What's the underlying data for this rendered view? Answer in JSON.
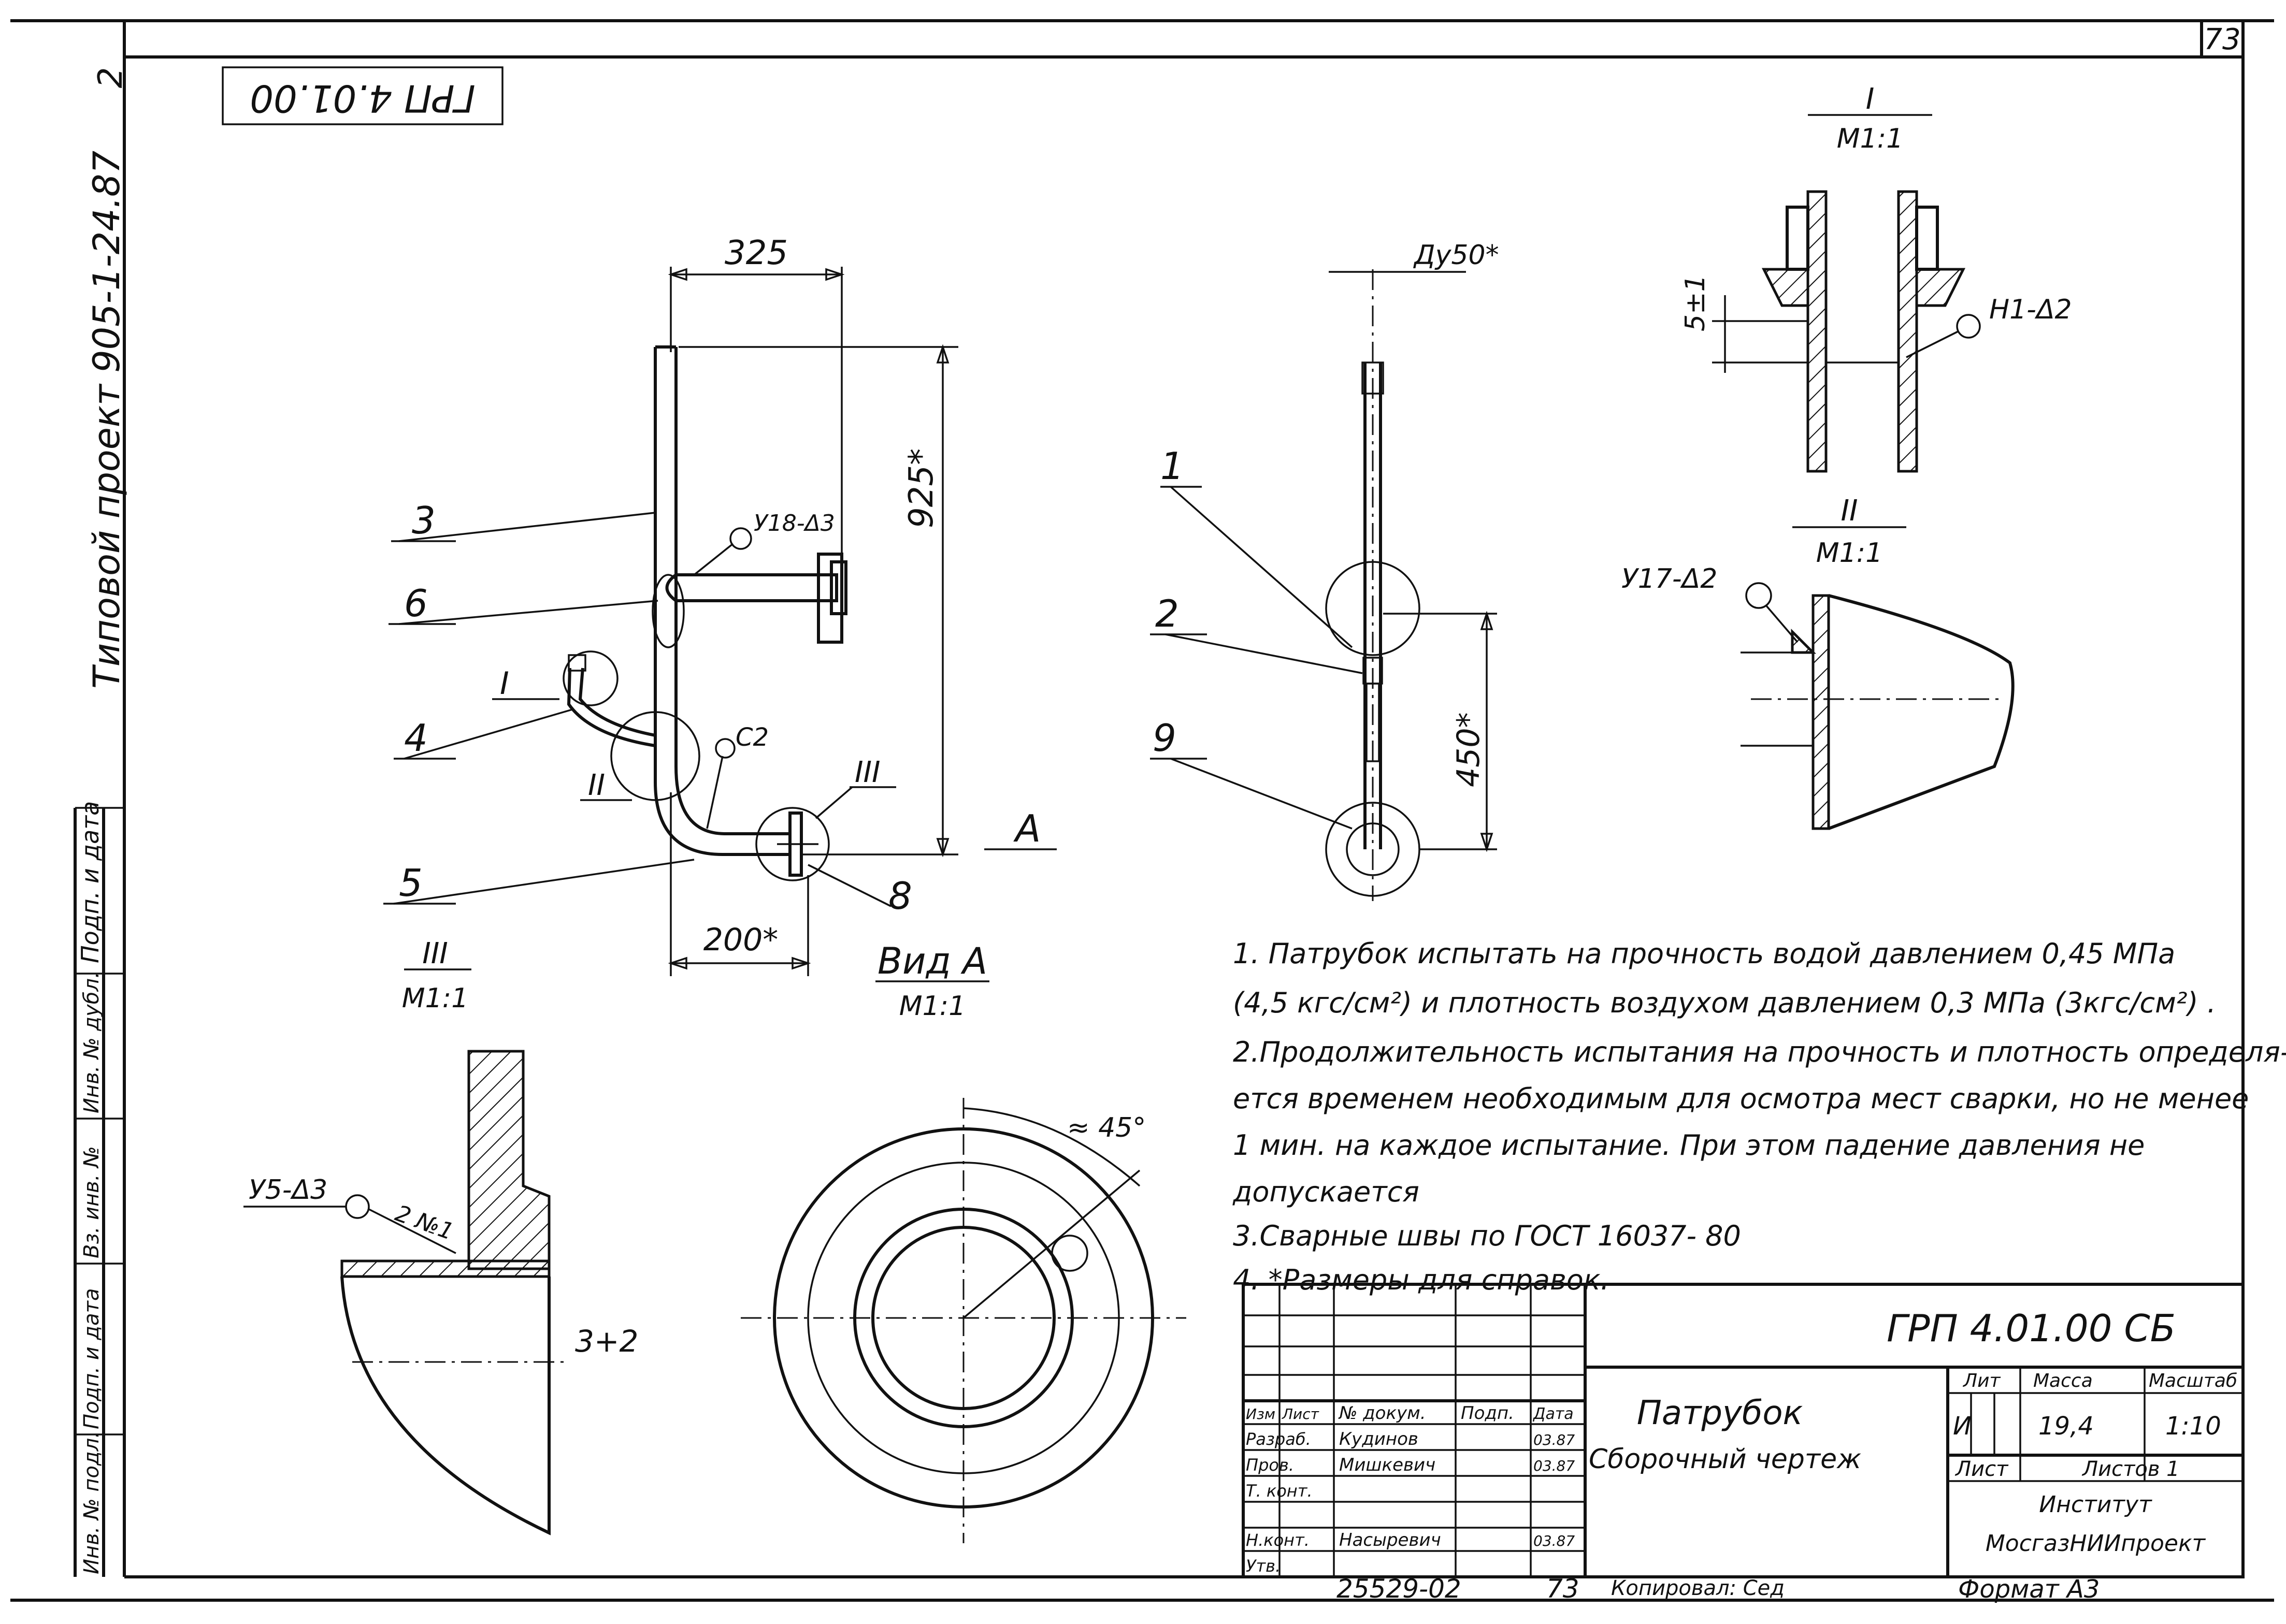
{
  "sheet": {
    "page_number": "73",
    "top_stamp_left": "2",
    "top_stamp_code": "ГРП 4.01.00"
  },
  "side_strip": {
    "project_label": "Типовой проект 905-1-24.87",
    "field_sign_date": "Подп. и дата",
    "field_inv_dupl": "Инв. № дубл.",
    "field_vzam_inv": "Вз. инв. №",
    "field_sign_date_2": "Подп. и дата",
    "field_inv_orig": "Инв. № подл."
  },
  "main_view": {
    "dim_top": "325",
    "dim_height": "925*",
    "dim_bottom": "200*",
    "pos_3": "3",
    "pos_6": "6",
    "pos_4": "4",
    "pos_5": "5",
    "pos_8": "8",
    "detail_I": "I",
    "detail_II": "II",
    "detail_III": "III",
    "weld_u18": "У18-Δ3",
    "weld_c2": "С2",
    "view_arrow": "А"
  },
  "side_view": {
    "nominal_size": "Ду50*",
    "pos_1": "1",
    "pos_2": "2",
    "pos_9": "9",
    "dim_450": "450*"
  },
  "detail_I": {
    "title": "I",
    "scale": "М1:1",
    "dim": "5±1",
    "weld": "Н1-Δ2"
  },
  "detail_II": {
    "title": "II",
    "scale": "М1:1",
    "weld": "У17-Δ2"
  },
  "detail_III": {
    "title": "III",
    "scale": "М1:1",
    "weld": "У5-Δ3",
    "gap": "2 №1",
    "dim": "3+2"
  },
  "view_A": {
    "title": "Вид А",
    "scale": "М1:1",
    "angle": "≈ 45°"
  },
  "notes": [
    "1. Патрубок испытать на прочность водой давлением 0,45 МПа",
    "(4,5 кгс/см²) и плотность воздухом давлением 0,3 МПа (3кгс/см²) .",
    "2.Продолжительность испытания на прочность и плотность определя-",
    "ется временем необходимым для осмотра мест сварки, но не менее",
    "1 мин. на каждое испытание. При этом падение давления не",
    "допускается",
    "3.Сварные швы по ГОСТ 16037- 80",
    "4. *Размеры для справок."
  ],
  "title_block": {
    "doc_code": "ГРП 4.01.00 СБ",
    "name": "Патрубок",
    "doc_type": "Сборочный чертеж",
    "col_izm": "Изм",
    "col_list": "Лист",
    "col_doc": "№ докум.",
    "col_sign": "Подп.",
    "col_date": "Дата",
    "row_razrab": "Разраб.",
    "razrab_name": "Кудинов",
    "razrab_date": "03.87",
    "row_prov": "Пров.",
    "prov_name": "Мишкевич",
    "prov_date": "03.87",
    "row_tkont": "Т. конт.",
    "row_nkont": "Н.конт.",
    "nkont_name": "Насыревич",
    "nkont_date": "03.87",
    "row_utv": "Утв.",
    "hdr_lit": "Лит",
    "hdr_mass": "Масса",
    "hdr_scale": "Масштаб",
    "lit_value": "И",
    "mass_value": "19,4",
    "scale_value": "1:10",
    "sheet_label": "Лист",
    "sheets_label": "Листов 1",
    "institute": "Институт",
    "org": "МосгазНИИпроект",
    "archive_no": "25529-02",
    "archive_page": "73",
    "copied": "Копировал: Сед",
    "format": "Формат А3"
  }
}
